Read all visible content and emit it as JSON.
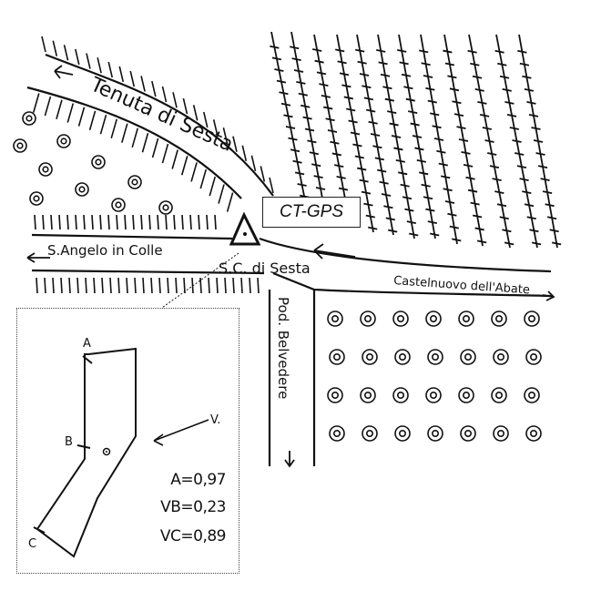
{
  "map": {
    "station_label": "CT-GPS",
    "roads": {
      "tenuta": "Tenuta di Sesta",
      "s_angelo": "S.Angelo in Colle",
      "sc_sesta": "S.C. di Sesta",
      "castelnuovo": "Castelnuovo dell'Abate",
      "belvedere": "Pod. Belvedere"
    }
  },
  "inset": {
    "points": {
      "a": "A",
      "b": "B",
      "c": "C",
      "v": "V."
    },
    "measurements": {
      "a": "A=0,97",
      "vb": "VB=0,23",
      "vc": "VC=0,89"
    }
  },
  "icons": [
    "triangle-benchmark-icon",
    "tree-icon",
    "vine-row-icon",
    "arrow-icon"
  ]
}
